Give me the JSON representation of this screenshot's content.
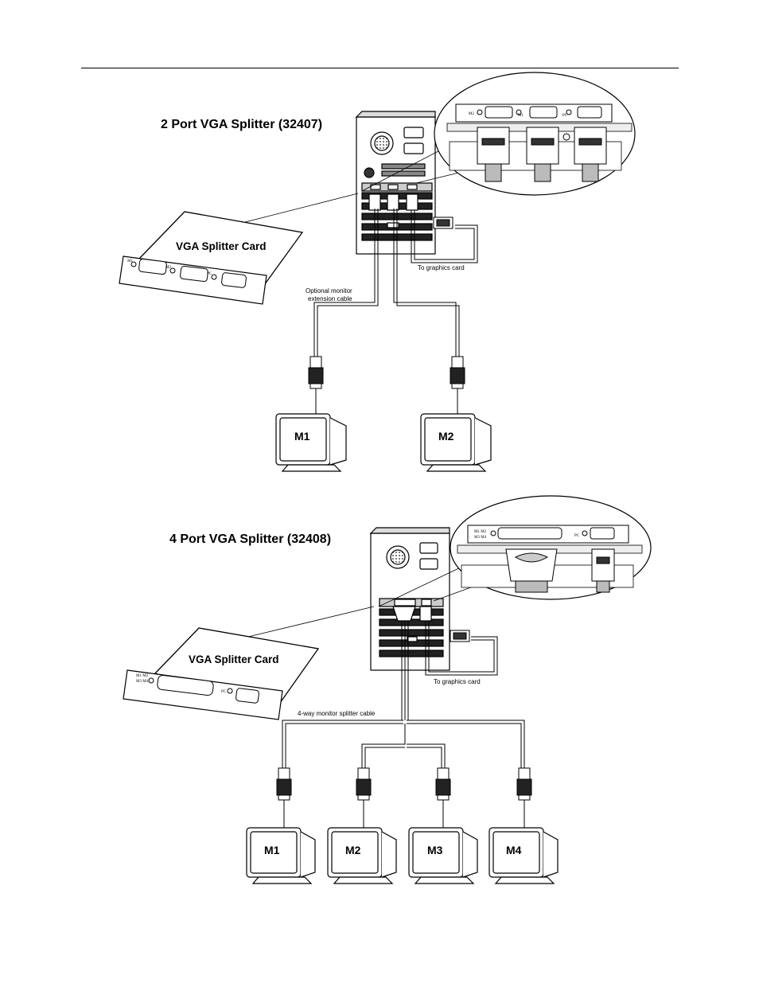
{
  "diagram1": {
    "title": "2 Port VGA Splitter (32407)",
    "card_label": "VGA Splitter Card",
    "to_graphics": "To graphics card",
    "extension_line1": "Optional monitor",
    "extension_line2": "extension cable",
    "detail_port_left": "M2",
    "detail_port_mid": "M1",
    "detail_port_right": "PC",
    "card_port_left": "M1",
    "card_port_mid": "M2",
    "card_port_right": "PC",
    "monitors": [
      "M1",
      "M2"
    ]
  },
  "diagram2": {
    "title": "4 Port VGA Splitter (32408)",
    "card_label": "VGA Splitter Card",
    "to_graphics": "To graphics card",
    "splitter_cable": "4-way monitor splitter cable",
    "detail_port_left_1": "M1 M2",
    "detail_port_left_2": "M3 M4",
    "detail_port_right": "PC",
    "card_port_left_1": "M1 M2",
    "card_port_left_2": "M3 M4",
    "card_port_right": "PC",
    "monitors": [
      "M1",
      "M2",
      "M3",
      "M4"
    ]
  },
  "colors": {
    "ink": "#000000",
    "fill_dark": "#1a1a1a",
    "fill_mid": "#b0b0b0",
    "fill_light": "#eaeaea"
  }
}
